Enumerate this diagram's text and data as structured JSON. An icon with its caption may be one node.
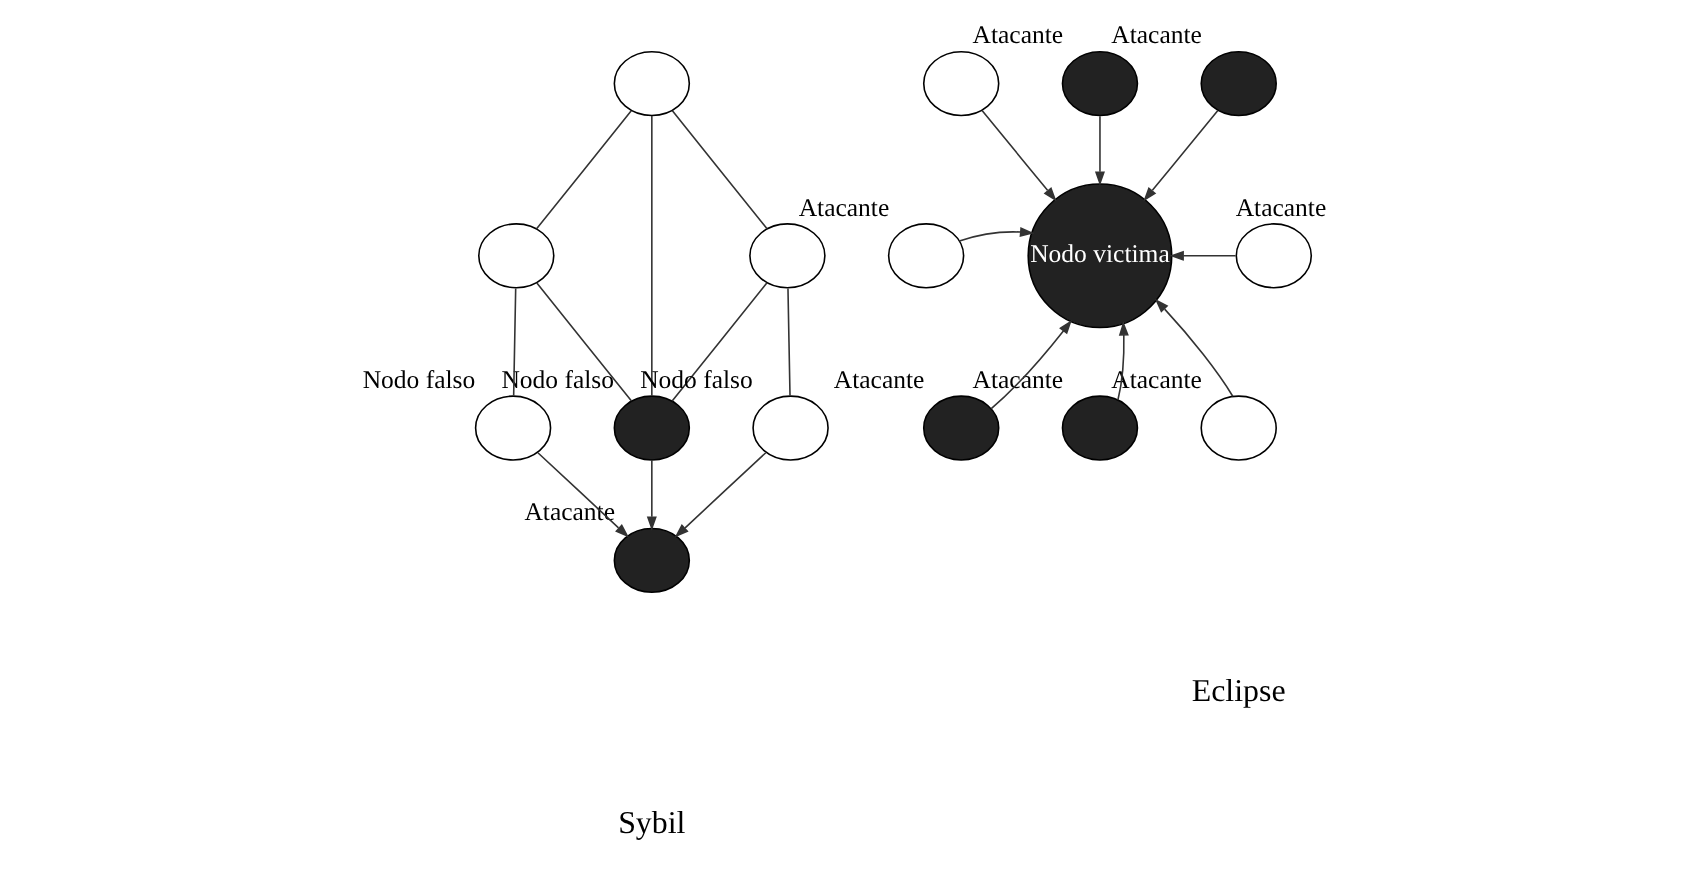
{
  "diagram": {
    "nodes": [
      {
        "text": [],
        "shape": "circle"
      },
      {
        "text": [],
        "shape": "circle"
      },
      {
        "text": [],
        "shape": "circle"
      },
      {
        "text": [],
        "shape": "circle",
        "beside": [
          "Nodo falso"
        ]
      },
      {
        "text": [],
        "shape": "circle",
        "beside": [
          "Nodo falso"
        ]
      },
      {
        "text": [],
        "shape": "circle",
        "beside": [
          "Nodo falso"
        ]
      },
      {
        "text": [],
        "shape": "circle",
        "beside": [
          "Atacante"
        ]
      },
      {
        "text": [],
        "shape": "circle"
      },
      {
        "text": [],
        "shape": "circle",
        "beside": [
          "Atacante"
        ]
      },
      {
        "text": [],
        "shape": "circle",
        "beside": [
          "Atacante"
        ]
      },
      {
        "text": [
          "Nodo victima"
        ]
      },
      {
        "text": [],
        "shape": "circle",
        "beside": [
          "Atacante"
        ]
      },
      {
        "text": [],
        "shape": "circle",
        "beside": [
          "Atacante"
        ]
      },
      {
        "text": [],
        "shape": "circle",
        "beside": [
          "Atacante"
        ]
      },
      {
        "text": [],
        "shape": "circle",
        "beside": [
          "Atacante"
        ]
      },
      {
        "text": [],
        "shape": "circle",
        "beside": [
          "Atacante"
        ]
      }
    ],
    "edges": [
      {
        "from": 0,
        "to": 1,
        "arrow": "none"
      },
      {
        "from": 0,
        "to": 2,
        "arrow": "none"
      },
      {
        "from": 0,
        "to": 3,
        "arrow": "none"
      },
      {
        "from": 1,
        "to": 3,
        "arrow": "none"
      },
      {
        "from": 2,
        "to": 3,
        "arrow": "none"
      },
      {
        "from": 1,
        "to": 4,
        "arrow": "none"
      },
      {
        "from": 2,
        "to": 5,
        "arrow": "none"
      },
      {
        "from": 4,
        "to": 6,
        "arrow": "to"
      },
      {
        "from": 3,
        "to": 6,
        "arrow": "to"
      },
      {
        "from": 5,
        "to": 6,
        "arrow": "to"
      },
      {
        "from": 7,
        "to": 10,
        "arrow": "to"
      },
      {
        "from": 8,
        "to": 10,
        "arrow": "to"
      },
      {
        "from": 9,
        "to": 10,
        "arrow": "to"
      },
      {
        "from": 11,
        "to": 10,
        "arrow": "to"
      },
      {
        "from": 12,
        "to": 10,
        "arrow": "to"
      },
      {
        "from": 13,
        "to": 10,
        "arrow": "to"
      },
      {
        "from": 14,
        "to": 10,
        "arrow": "to"
      },
      {
        "from": 15,
        "to": 10,
        "arrow": "to"
      }
    ],
    "labels": [
      "Sybil",
      "Eclipse"
    ]
  }
}
